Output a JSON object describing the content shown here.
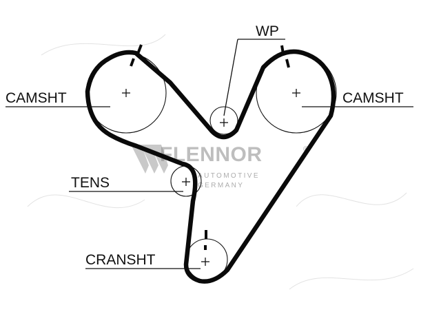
{
  "labels": {
    "camshaft_left": "CAMSHT",
    "camshaft_right": "CAMSHT",
    "water_pump": "WP",
    "tensioner": "TENS",
    "crankshaft": "CRANSHT"
  },
  "watermark": {
    "brand": "FLENNOR",
    "registered": "®",
    "line1": "AUTOMOTIVE",
    "line2": "GERMANY"
  },
  "colors": {
    "belt": "#0a0a0a",
    "watermark": "#8a8a8a",
    "background": "#ffffff"
  }
}
